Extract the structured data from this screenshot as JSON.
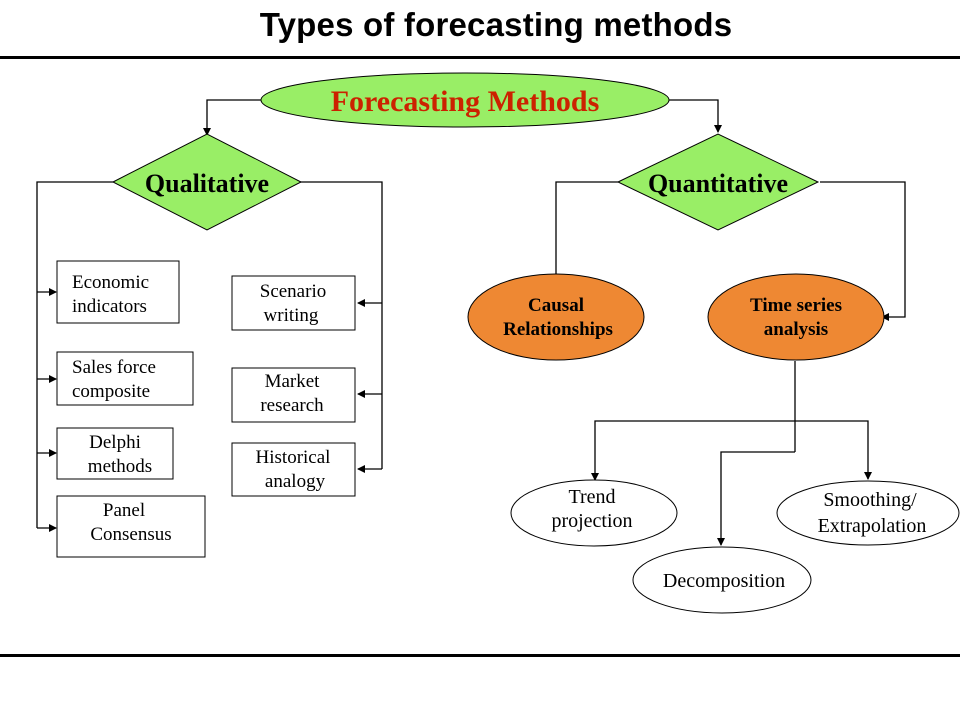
{
  "title": "Types of forecasting methods",
  "root": "Forecasting Methods",
  "branches": {
    "qualitative": "Qualitative",
    "quantitative": "Quantitative"
  },
  "qualitative_left": {
    "economic": [
      "Economic",
      "indicators"
    ],
    "sales_force": [
      "Sales force",
      "composite"
    ],
    "delphi": [
      "Delphi",
      "methods"
    ],
    "panel": [
      "Panel",
      "Consensus"
    ]
  },
  "qualitative_right": {
    "scenario": [
      "Scenario",
      "writing"
    ],
    "market": [
      "Market",
      "research"
    ],
    "historical": [
      "Historical",
      "analogy"
    ]
  },
  "quantitative_types": {
    "causal": [
      "Causal",
      "Relationships"
    ],
    "time_series": [
      "Time series",
      "analysis"
    ]
  },
  "time_series_methods": {
    "trend": [
      "Trend",
      "projection"
    ],
    "decomposition": "Decomposition",
    "smoothing": [
      "Smoothing/",
      "Extrapolation"
    ]
  },
  "colors": {
    "node_green": "#99ee66",
    "node_orange": "#ee8833",
    "root_text": "#cc2200"
  }
}
